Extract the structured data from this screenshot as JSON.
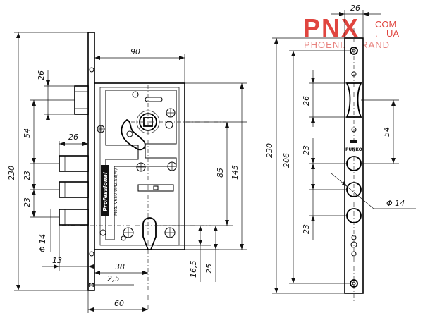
{
  "brand": {
    "logo_main": "PNX",
    "logo_domain_top": "COM",
    "logo_domain_bottom": "UA",
    "logo_dot": ".",
    "tagline": "PHOENIX GRAND",
    "color_primary": "#e0453f",
    "color_secondary": "#e8837f"
  },
  "lock_body": {
    "engraving_line1": "Professional",
    "engraving_line2": "Mod. V650-0M2.S3(W)"
  },
  "faceplate": {
    "stamp": "PUNKO"
  },
  "dimensions": {
    "left_height": "230",
    "body_width": "90",
    "latch_height": "26",
    "latch_offset": "54",
    "bolt_width": "26",
    "bolt_spacing_1": "23",
    "bolt_spacing_2": "23",
    "bolt_diameter": "Φ 14",
    "bolt_extension": "13",
    "cylinder_spindle": "85",
    "spindle_top": "145",
    "cylinder_offset": "38",
    "faceplate_offset": "2,5",
    "backset": "60",
    "cylinder_height_a": "16,5",
    "cylinder_height_b": "25",
    "faceplate_height": "230",
    "faceplate_inner": "206",
    "faceplate_width": "26",
    "fp_latch_height": "26",
    "fp_latch_offset": "54",
    "fp_spacing_1": "23",
    "fp_spacing_2": "23",
    "fp_hole_diameter": "Φ 14"
  }
}
